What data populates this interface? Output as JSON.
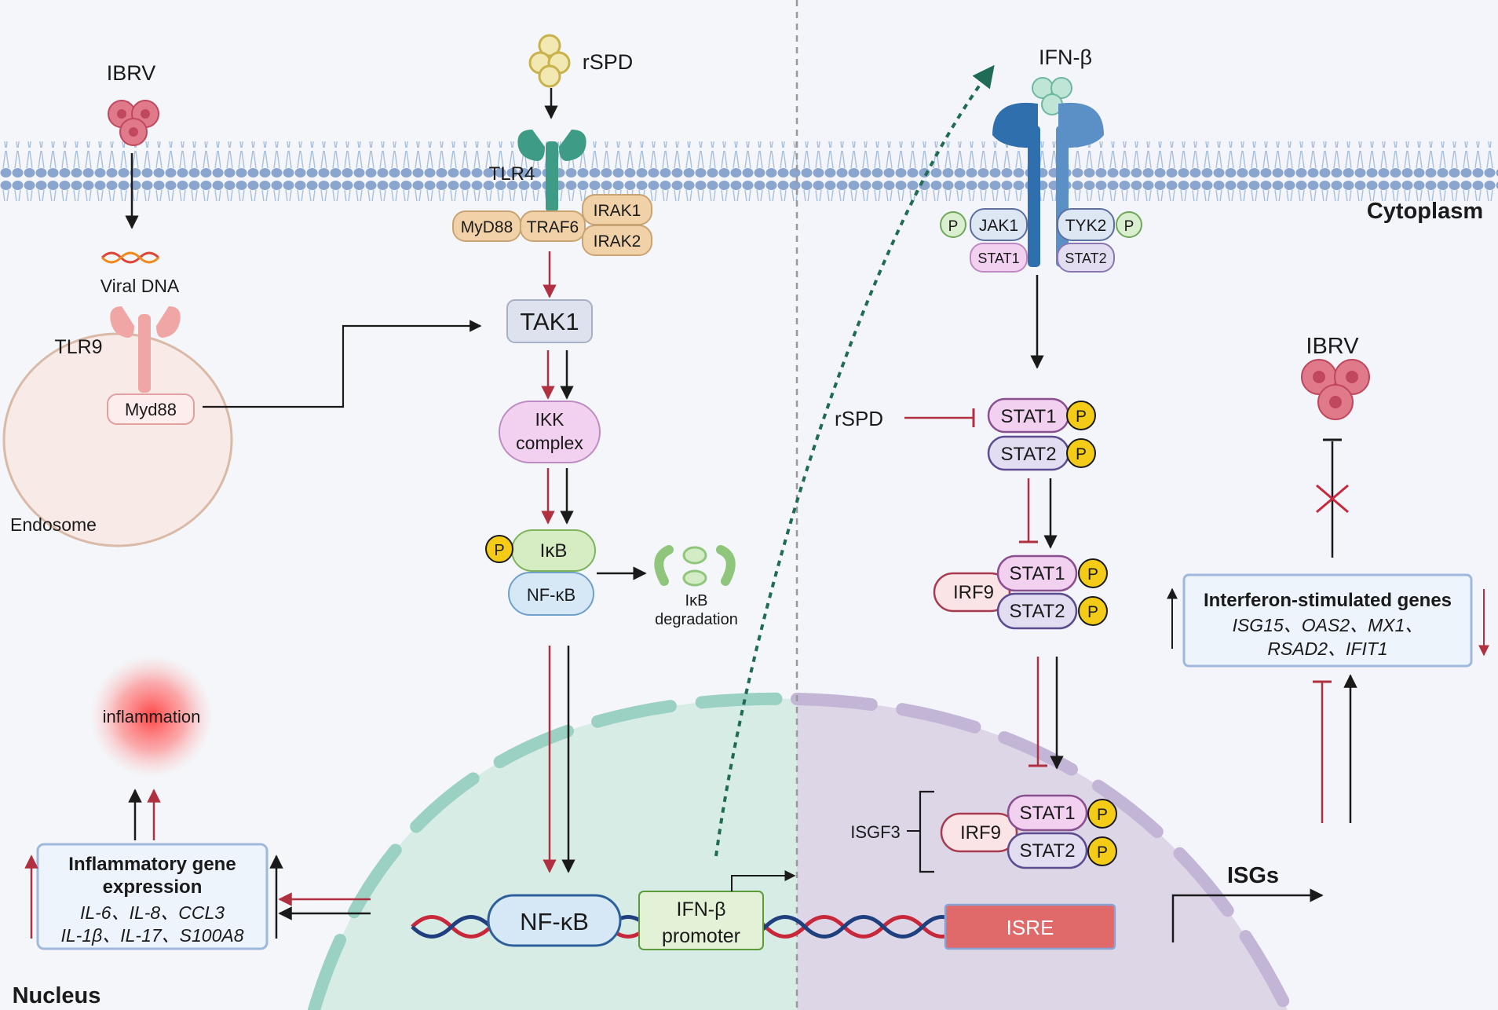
{
  "labels": {
    "ibrv_left": "IBRV",
    "rspd_top": "rSPD",
    "ifnb_top": "IFN-β",
    "tlr4": "TLR4",
    "cytoplasm": "Cytoplasm",
    "myd88_tlr4": "MyD88",
    "traf6": "TRAF6",
    "irak1": "IRAK1",
    "irak2": "IRAK2",
    "jak1": "JAK1",
    "tyk2": "TYK2",
    "p": "P",
    "stat1": "STAT1",
    "stat2": "STAT2",
    "viral_dna": "Viral DNA",
    "tlr9": "TLR9",
    "myd88_endo": "Myd88",
    "endosome": "Endosome",
    "tak1": "TAK1",
    "ikk_line1": "IKK",
    "ikk_line2": "complex",
    "ikb": "IκB",
    "nfkb": "NF-κB",
    "ikb_deg_line1": "IκB",
    "ikb_deg_line2": "degradation",
    "rspd_mid": "rSPD",
    "irf9": "IRF9",
    "isgf3": "ISGF3",
    "ibrv_right": "IBRV",
    "inflammation": "inflammation",
    "isgs": "ISGs",
    "isre": "ISRE",
    "ifnb_promoter_line1": "IFN-β",
    "ifnb_promoter_line2": "promoter",
    "nucleus": "Nucleus"
  },
  "inflammatory_box": {
    "title_line1": "Inflammatory gene",
    "title_line2": "expression",
    "genes_line1": "IL-6、IL-8、CCL3",
    "genes_line2": "IL-1β、IL-17、S100A8"
  },
  "isg_box": {
    "title": "Interferon-stimulated genes",
    "genes_line1": "ISG15、OAS2、MX1、",
    "genes_line2": "RSAD2、IFIT1"
  },
  "colors": {
    "membrane": "#8aa6cf",
    "red_arrow": "#b03040",
    "black_arrow": "#1a1a1a",
    "tlr4_green": "#3e9b86",
    "receptor_blue": "#2f6fae",
    "nucleus_left": "#d8ece6",
    "nucleus_right": "#ddd6e6",
    "isre_fill": "#e06a6a",
    "promoter_fill": "#e3f2d7",
    "p_fill": "#f4cc17"
  }
}
